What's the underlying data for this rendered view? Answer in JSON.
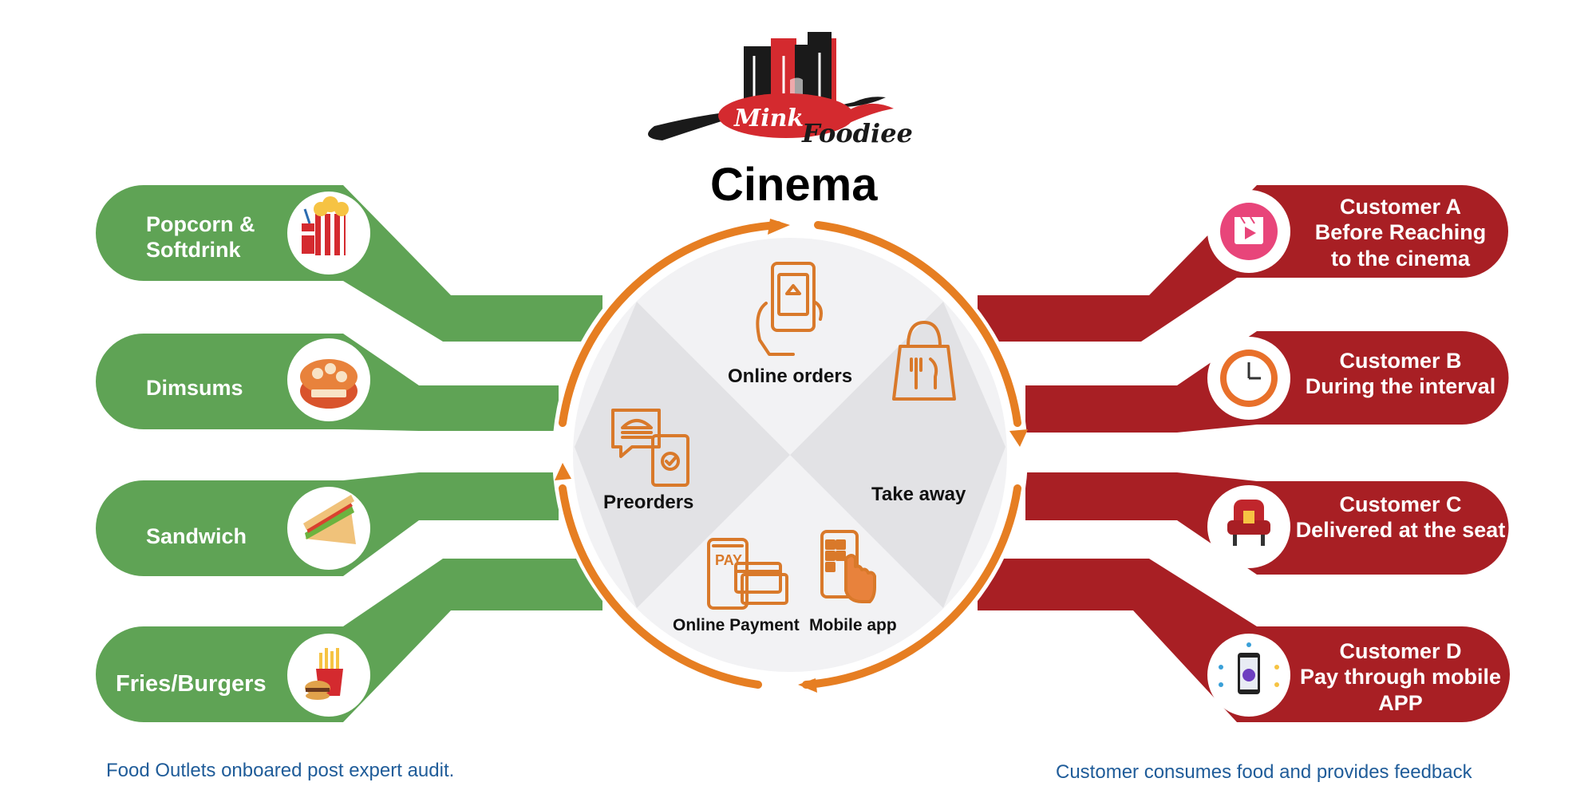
{
  "title": "Cinema",
  "logo": {
    "brand_left": "Mink",
    "brand_right": "Foodiee"
  },
  "colors": {
    "green": "#5fa355",
    "red": "#a81f24",
    "orange": "#e67e22",
    "icon_orange": "#d9792a",
    "footer_blue": "#1f5c99"
  },
  "food_items": [
    {
      "label": "Popcorn &\nSoftdrink",
      "icon": "popcorn-icon"
    },
    {
      "label": "Dimsums",
      "icon": "dimsum-icon"
    },
    {
      "label": "Sandwich",
      "icon": "sandwich-icon"
    },
    {
      "label": "Fries/Burgers",
      "icon": "fries-burger-icon"
    }
  ],
  "customers": [
    {
      "label": "Customer A\nBefore Reaching\nto the cinema",
      "icon": "video-icon"
    },
    {
      "label": "Customer B\nDuring the interval",
      "icon": "clock-icon"
    },
    {
      "label": "Customer C\nDelivered at the seat",
      "icon": "cinema-seat-icon"
    },
    {
      "label": "Customer D\nPay through mobile\nAPP",
      "icon": "mobile-pay-icon"
    }
  ],
  "center": {
    "online_orders": "Online orders",
    "take_away": "Take away",
    "preorders": "Preorders",
    "online_payment": "Online Payment",
    "mobile_app": "Mobile app"
  },
  "footer": {
    "left": "Food Outlets onboared post expert audit.",
    "right": "Customer consumes food and provides feedback"
  }
}
